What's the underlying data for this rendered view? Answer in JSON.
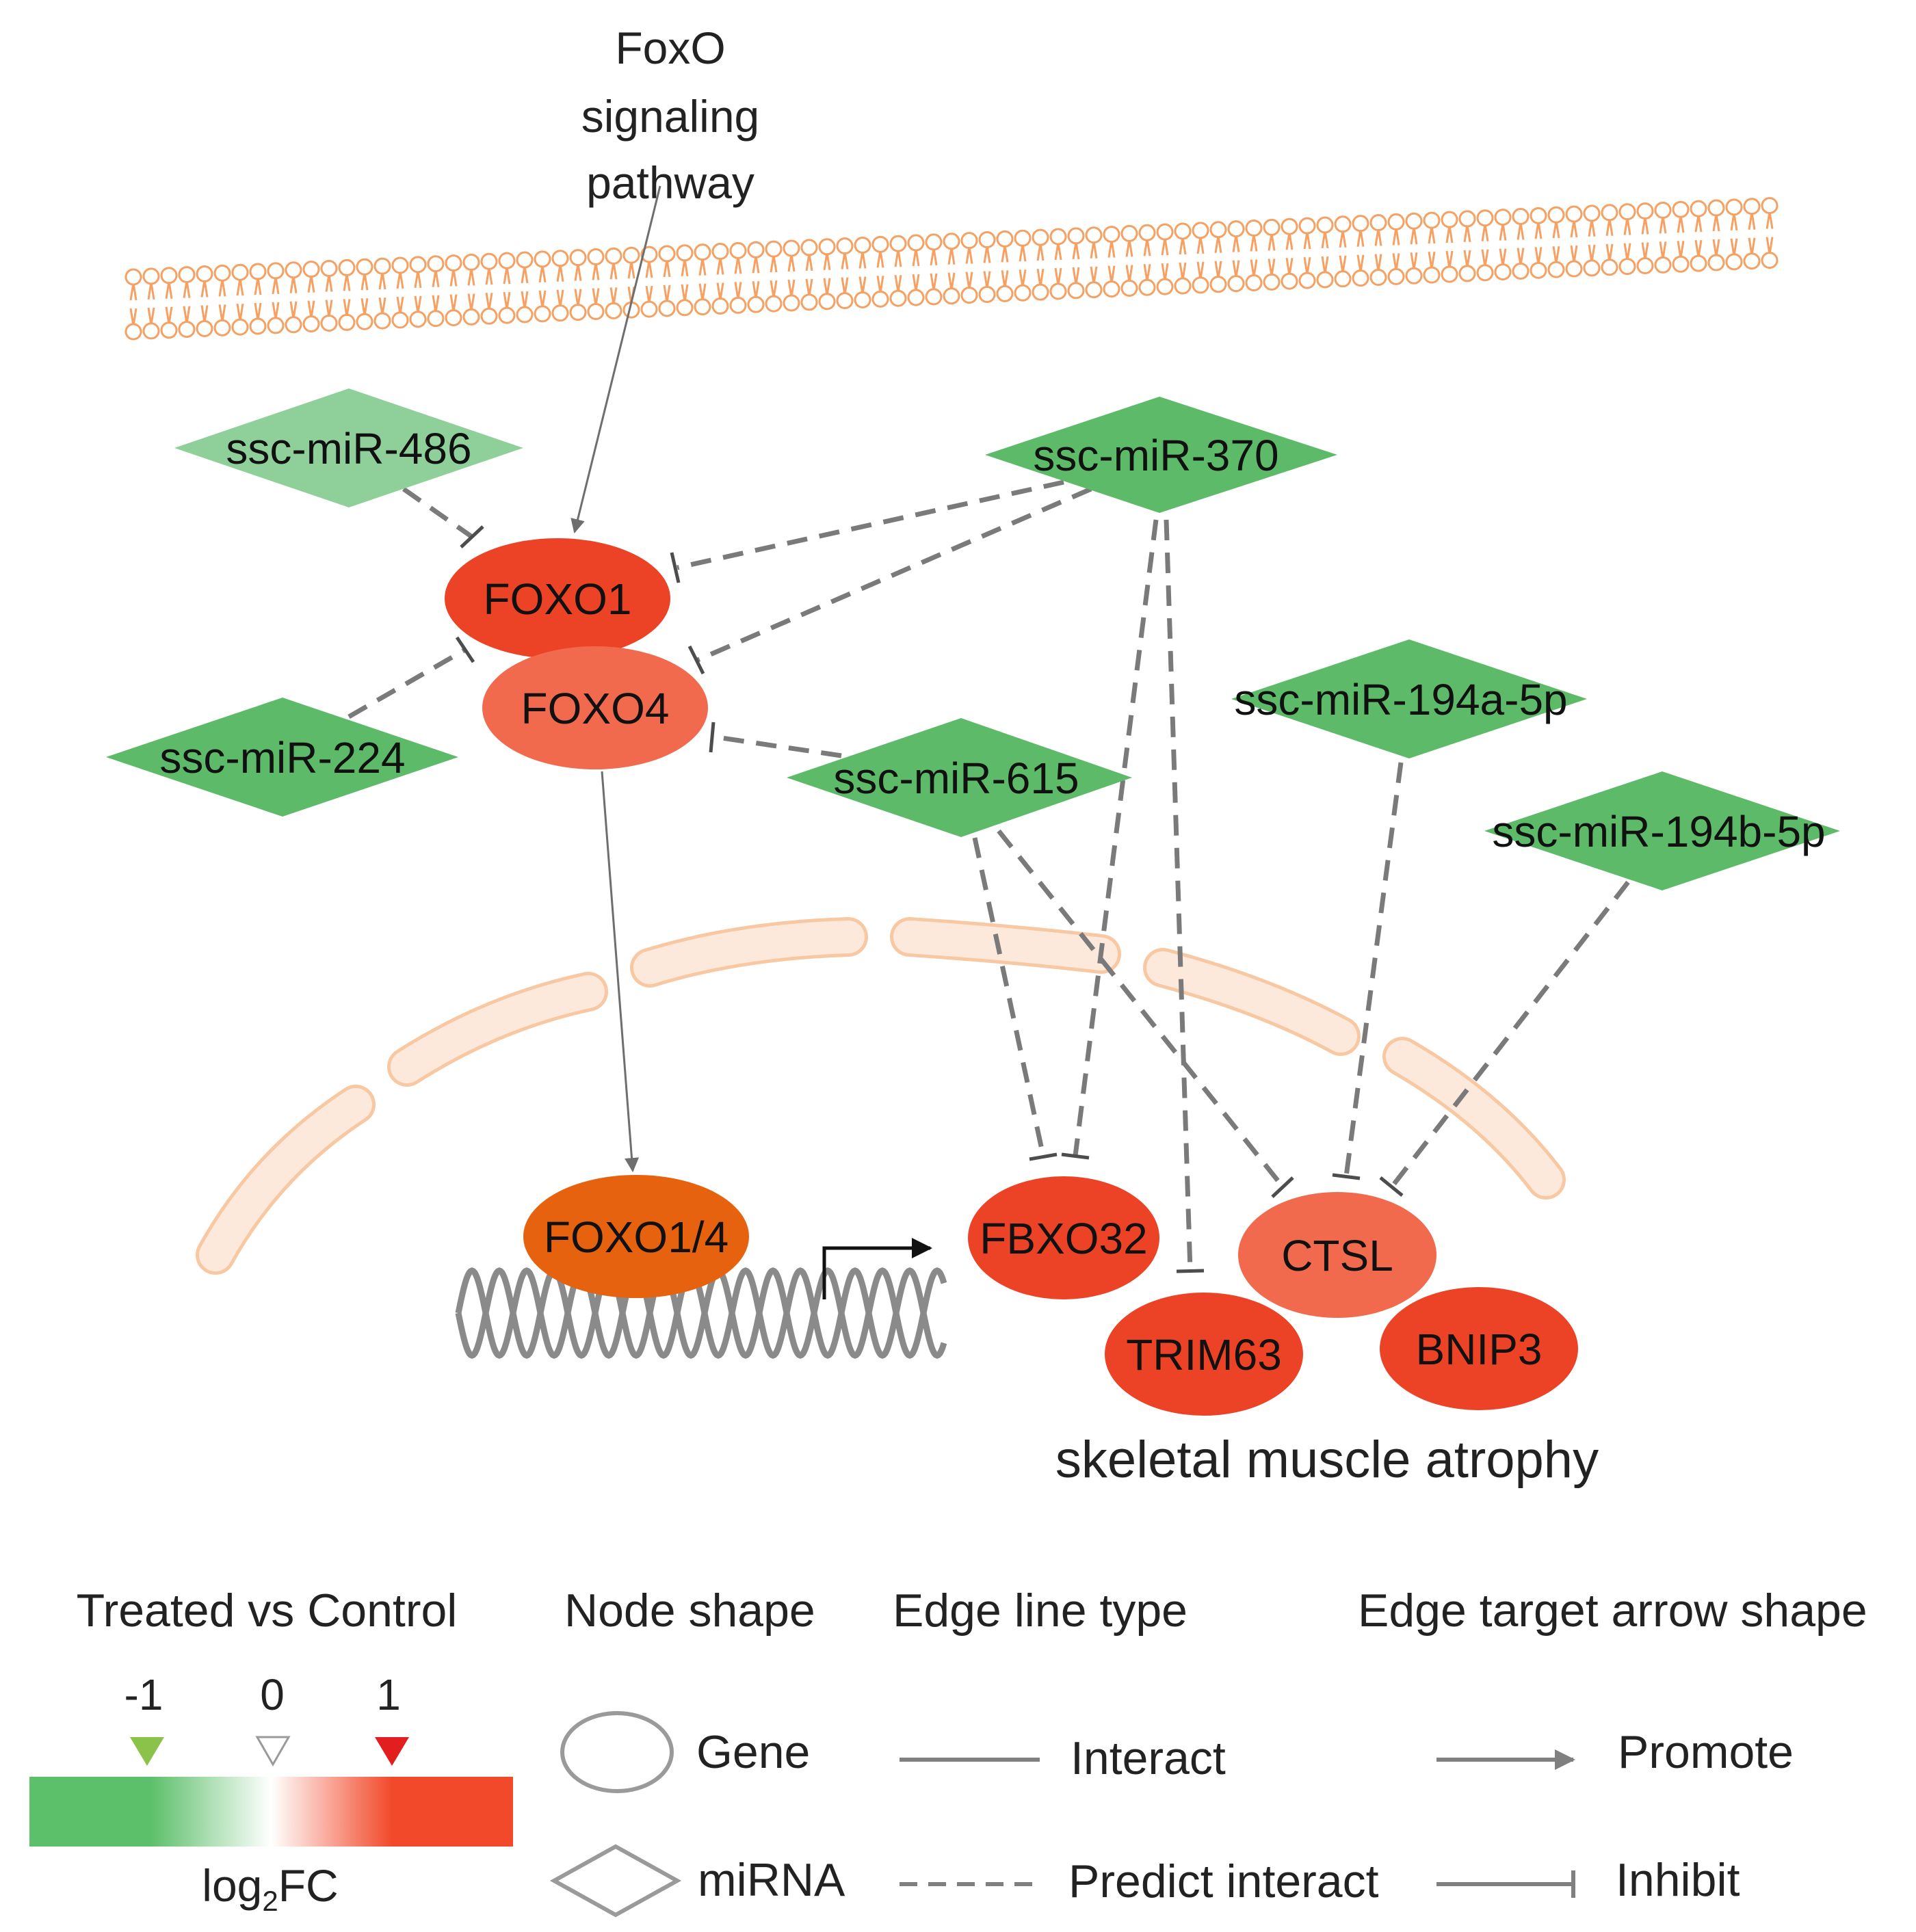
{
  "pathway_label": {
    "line1": "FoxO",
    "line2": "signaling",
    "line3": "pathway"
  },
  "mirnas": {
    "mir486": "ssc-miR-486",
    "mir370": "ssc-miR-370",
    "mir224": "ssc-miR-224",
    "mir615": "ssc-miR-615",
    "mir194a": "ssc-miR-194a-5p",
    "mir194b": "ssc-miR-194b-5p"
  },
  "genes": {
    "foxo1": "FOXO1",
    "foxo4": "FOXO4",
    "foxo14": "FOXO1/4",
    "fbxo32": "FBXO32",
    "ctsl": "CTSL",
    "trim63": "TRIM63",
    "bnip3": "BNIP3"
  },
  "outcome_label": "skeletal muscle atrophy",
  "legend": {
    "color": {
      "title": "Treated vs Control",
      "ticks": [
        "-1",
        "0",
        "1"
      ],
      "label_base": "log",
      "label_sub": "2",
      "label_suffix": "FC",
      "low_color": "#5cbf6a",
      "mid_color": "#ffffff",
      "high_color": "#f2492a"
    },
    "node_shape": {
      "title": "Node shape",
      "gene": "Gene",
      "mirna": "miRNA"
    },
    "edge_line": {
      "title": "Edge line type",
      "solid": "Interact",
      "dashed": "Predict interact"
    },
    "edge_arrow": {
      "title": "Edge target arrow shape",
      "arrow": "Promote",
      "tee": "Inhibit"
    }
  },
  "colors": {
    "mirna_green": "#5cba68",
    "mirna_light_green": "#8fd09a",
    "gene_red": "#ec4326",
    "gene_salmon": "#f26a4e",
    "gene_orange": "#e7620e",
    "membrane_orange": "#f5a163",
    "nucleus_fill": "#fde9dc",
    "nucleus_stroke": "#f7c8a2",
    "dna_gray": "#8a8a8a",
    "edge_gray": "#808080"
  }
}
